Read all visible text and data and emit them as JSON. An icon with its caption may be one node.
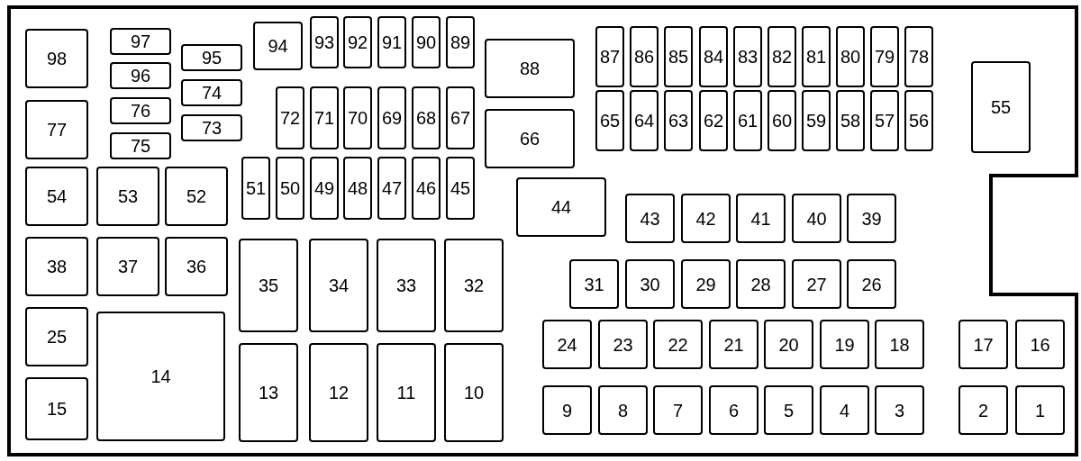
{
  "diagram": {
    "nodes": [
      {
        "text": [
          "98"
        ]
      },
      {
        "text": [
          "97"
        ]
      },
      {
        "text": [
          "94"
        ]
      },
      {
        "text": [
          "93"
        ]
      },
      {
        "text": [
          "92"
        ]
      },
      {
        "text": [
          "91"
        ]
      },
      {
        "text": [
          "90"
        ]
      },
      {
        "text": [
          "89"
        ]
      },
      {
        "text": [
          "87"
        ]
      },
      {
        "text": [
          "86"
        ]
      },
      {
        "text": [
          "85"
        ]
      },
      {
        "text": [
          "84"
        ]
      },
      {
        "text": [
          "83"
        ]
      },
      {
        "text": [
          "82"
        ]
      },
      {
        "text": [
          "81"
        ]
      },
      {
        "text": [
          "80"
        ]
      },
      {
        "text": [
          "79"
        ]
      },
      {
        "text": [
          "78"
        ]
      },
      {
        "text": [
          "95"
        ]
      },
      {
        "text": [
          "88"
        ]
      },
      {
        "text": [
          "96"
        ]
      },
      {
        "text": [
          "55"
        ]
      },
      {
        "text": [
          "77"
        ]
      },
      {
        "text": [
          "74"
        ]
      },
      {
        "text": [
          "76"
        ]
      },
      {
        "text": [
          "72"
        ]
      },
      {
        "text": [
          "71"
        ]
      },
      {
        "text": [
          "70"
        ]
      },
      {
        "text": [
          "69"
        ]
      },
      {
        "text": [
          "68"
        ]
      },
      {
        "text": [
          "67"
        ]
      },
      {
        "text": [
          "66"
        ]
      },
      {
        "text": [
          "65"
        ]
      },
      {
        "text": [
          "64"
        ]
      },
      {
        "text": [
          "63"
        ]
      },
      {
        "text": [
          "62"
        ]
      },
      {
        "text": [
          "61"
        ]
      },
      {
        "text": [
          "60"
        ]
      },
      {
        "text": [
          "59"
        ]
      },
      {
        "text": [
          "58"
        ]
      },
      {
        "text": [
          "57"
        ]
      },
      {
        "text": [
          "56"
        ]
      },
      {
        "text": [
          "73"
        ]
      },
      {
        "text": [
          "75"
        ]
      },
      {
        "text": [
          "54"
        ]
      },
      {
        "text": [
          "53"
        ]
      },
      {
        "text": [
          "52"
        ]
      },
      {
        "text": [
          "51"
        ]
      },
      {
        "text": [
          "50"
        ]
      },
      {
        "text": [
          "49"
        ]
      },
      {
        "text": [
          "48"
        ]
      },
      {
        "text": [
          "47"
        ]
      },
      {
        "text": [
          "46"
        ]
      },
      {
        "text": [
          "45"
        ]
      },
      {
        "text": [
          "44"
        ]
      },
      {
        "text": [
          "43"
        ]
      },
      {
        "text": [
          "42"
        ]
      },
      {
        "text": [
          "41"
        ]
      },
      {
        "text": [
          "40"
        ]
      },
      {
        "text": [
          "39"
        ]
      },
      {
        "text": [
          "38"
        ]
      },
      {
        "text": [
          "37"
        ]
      },
      {
        "text": [
          "36"
        ]
      },
      {
        "text": [
          "35"
        ]
      },
      {
        "text": [
          "34"
        ]
      },
      {
        "text": [
          "33"
        ]
      },
      {
        "text": [
          "32"
        ]
      },
      {
        "text": [
          "31"
        ]
      },
      {
        "text": [
          "30"
        ]
      },
      {
        "text": [
          "29"
        ]
      },
      {
        "text": [
          "28"
        ]
      },
      {
        "text": [
          "27"
        ]
      },
      {
        "text": [
          "26"
        ]
      },
      {
        "text": [
          "25"
        ]
      },
      {
        "text": [
          "14"
        ]
      },
      {
        "text": [
          "24"
        ]
      },
      {
        "text": [
          "23"
        ]
      },
      {
        "text": [
          "22"
        ]
      },
      {
        "text": [
          "21"
        ]
      },
      {
        "text": [
          "20"
        ]
      },
      {
        "text": [
          "19"
        ]
      },
      {
        "text": [
          "18"
        ]
      },
      {
        "text": [
          "17"
        ]
      },
      {
        "text": [
          "16"
        ]
      },
      {
        "text": [
          "13"
        ]
      },
      {
        "text": [
          "12"
        ]
      },
      {
        "text": [
          "11"
        ]
      },
      {
        "text": [
          "10"
        ]
      },
      {
        "text": [
          "15"
        ]
      },
      {
        "text": [
          "9"
        ]
      },
      {
        "text": [
          "8"
        ]
      },
      {
        "text": [
          "7"
        ]
      },
      {
        "text": [
          "6"
        ]
      },
      {
        "text": [
          "5"
        ]
      },
      {
        "text": [
          "4"
        ]
      },
      {
        "text": [
          "3"
        ]
      },
      {
        "text": [
          "2"
        ]
      },
      {
        "text": [
          "1"
        ]
      }
    ]
  }
}
